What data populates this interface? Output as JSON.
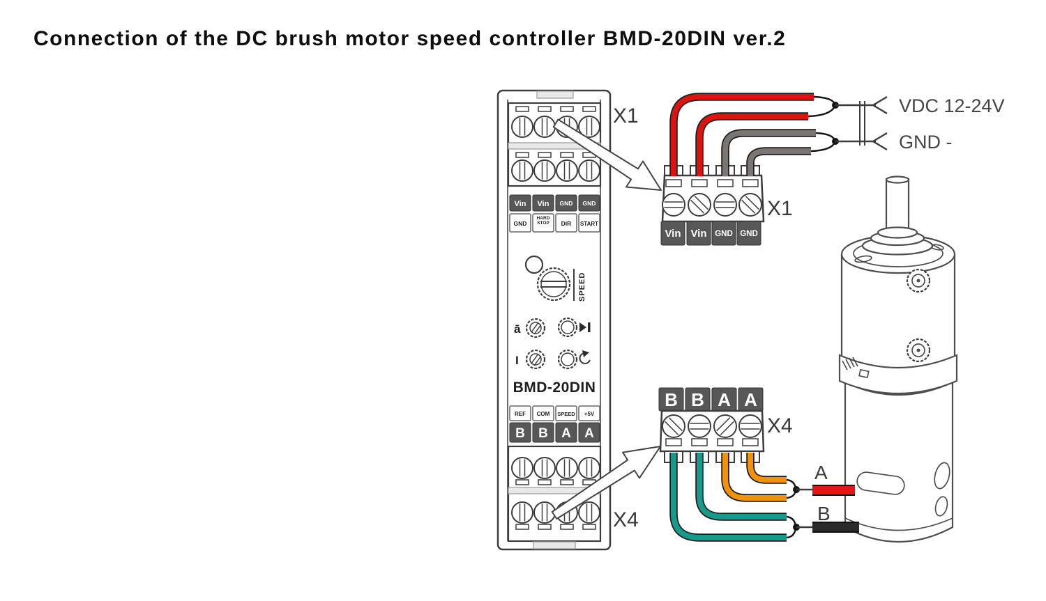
{
  "title": "Connection of the DC brush motor speed controller BMD-20DIN ver.2",
  "colors": {
    "wire_red": "#dc1410",
    "wire_gray": "#7b7573",
    "wire_teal": "#169a8b",
    "wire_orange": "#f2920c",
    "motor_lead_a": "#e51414",
    "motor_lead_b": "#2a2a2a"
  },
  "module": {
    "model": "BMD-20DIN",
    "x1_label": "X1",
    "x4_label": "X4",
    "io_top_row1": [
      "Vin",
      "Vin",
      "GND",
      "GND"
    ],
    "io_top_row2": [
      "GND",
      "HARD STOP",
      "DIR",
      "START"
    ],
    "speed_label": "SPEED",
    "accel_label": "ā",
    "current_label": "I",
    "io_bottom_row1": [
      "REF",
      "COM",
      "SPEED",
      "+5V"
    ],
    "io_bottom_row2": [
      "B",
      "B",
      "A",
      "A"
    ]
  },
  "x1_connector": {
    "label": "X1",
    "terminals": [
      "Vin",
      "Vin",
      "GND",
      "GND"
    ]
  },
  "x4_connector": {
    "label": "X4",
    "terminals": [
      "B",
      "B",
      "A",
      "A"
    ]
  },
  "power": {
    "positive_label": "VDC 12-24V",
    "negative_label": "GND -"
  },
  "motor": {
    "lead_a_label": "A",
    "lead_b_label": "B"
  }
}
